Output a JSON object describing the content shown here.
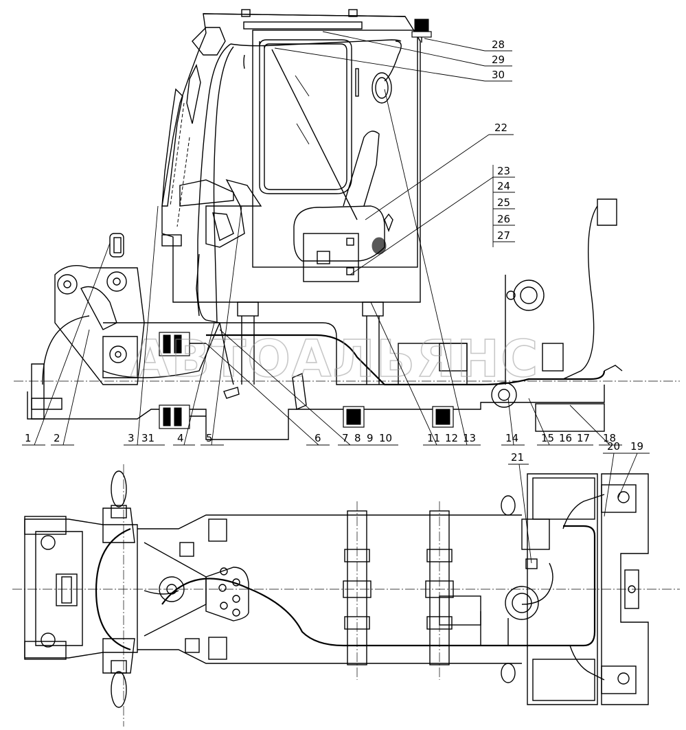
{
  "watermark": "АВТОАЛЬЯНС",
  "callouts": {
    "c1": "1",
    "c2": "2",
    "c3": "3",
    "c31": "31",
    "c4": "4",
    "c5": "5",
    "c6": "6",
    "c7": "7",
    "c8": "8",
    "c9": "9",
    "c10": "10",
    "c11": "11",
    "c12": "12",
    "c13": "13",
    "c14": "14",
    "c15": "15",
    "c16": "16",
    "c17": "17",
    "c18": "18",
    "c19": "19",
    "c20": "20",
    "c21": "21",
    "c22": "22",
    "c23": "23",
    "c24": "24",
    "c25": "25",
    "c26": "26",
    "c27": "27",
    "c28": "28",
    "c29": "29",
    "c30": "30"
  }
}
